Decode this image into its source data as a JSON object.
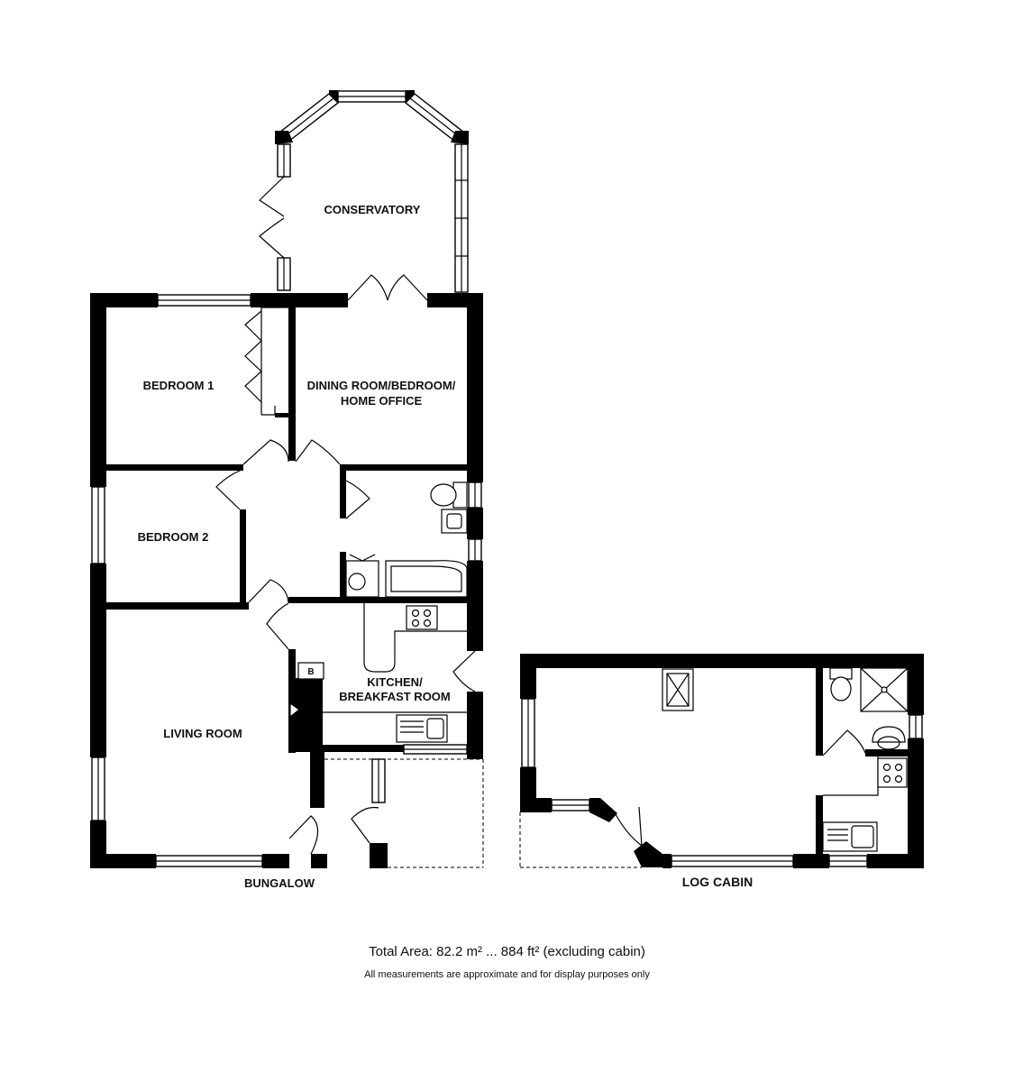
{
  "rooms": {
    "conservatory": "CONSERVATORY",
    "bedroom1": "BEDROOM 1",
    "dining_line1": "DINING ROOM/BEDROOM/",
    "dining_line2": "HOME OFFICE",
    "bedroom2": "BEDROOM 2",
    "kitchen_line1": "KITCHEN/",
    "kitchen_line2": "BREAKFAST ROOM",
    "living": "LIVING ROOM",
    "boiler": "B"
  },
  "buildings": {
    "bungalow": "BUNGALOW",
    "log_cabin": "LOG CABIN"
  },
  "footer": {
    "total_area": "Total Area: 82.2 m² ... 884 ft² (excluding cabin)",
    "disclaimer": "All measurements are approximate and for display purposes only"
  }
}
